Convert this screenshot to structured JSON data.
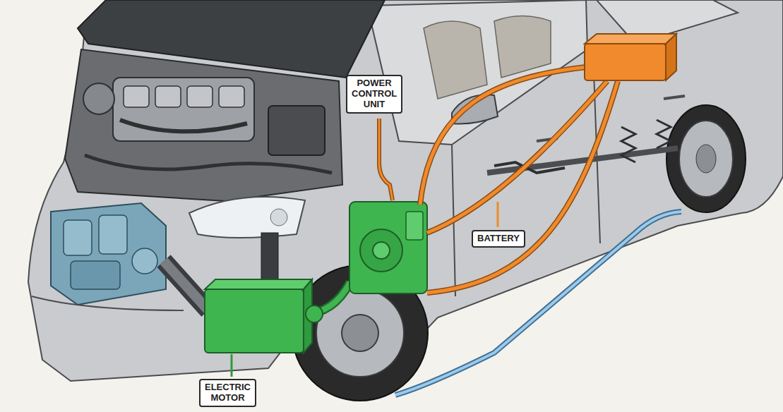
{
  "diagram": {
    "labels": [
      "POWER CONTROL UNIT",
      "BATTERY",
      "ELECTRIC MOTOR"
    ]
  }
}
